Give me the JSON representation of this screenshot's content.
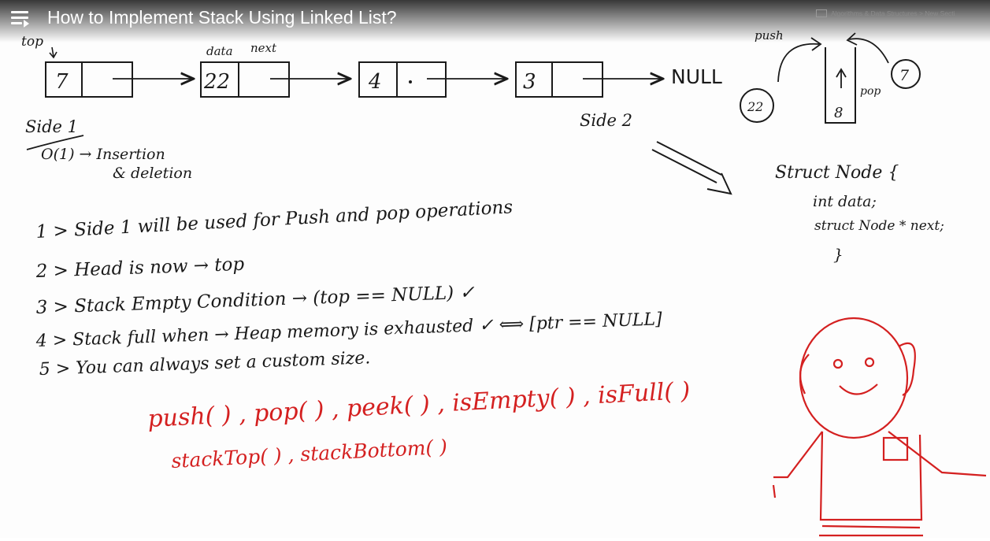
{
  "player": {
    "title": "How to Implement Stack Using Linked List?",
    "breadcrumb": "Algorithms & Data Structures > New Secti",
    "menu_icon": "hamburger-playlist-icon"
  },
  "board": {
    "top_pointer_label": "top",
    "field_labels": {
      "data": "data",
      "next": "next"
    },
    "nodes": [
      {
        "data": "7"
      },
      {
        "data": "22"
      },
      {
        "data": "4"
      },
      {
        "data": "3"
      }
    ],
    "null_label": "NULL",
    "side1_label": "Side 1",
    "side2_label": "Side 2",
    "complexity_line1": "O(1) → Insertion",
    "complexity_line2": "& deletion",
    "mini_stack": {
      "push_label": "push",
      "pop_label": "pop",
      "left_circle": "22",
      "right_circle": "7",
      "stack_value": "8"
    },
    "struct_code": [
      "Struct Node {",
      "int data;",
      "struct Node * next;",
      "}"
    ],
    "notes": [
      "1 > Side 1 will be used for Push and pop operations",
      "2 > Head is now → top",
      "3 > Stack Empty Condition → (top == NULL) ✓",
      "4 > Stack full when → Heap memory is exhausted ✓ ⟺ [ptr == NULL]",
      "5 > You can always set a custom size."
    ],
    "functions_line1": "push( ) ,  pop( ) ,  peek( ) , isEmpty( ) , isFull( )",
    "functions_line2": "stackTop( ) ,  stackBottom( )",
    "colors": {
      "ink": "#1a1a1a",
      "red_ink": "#d42020"
    }
  }
}
